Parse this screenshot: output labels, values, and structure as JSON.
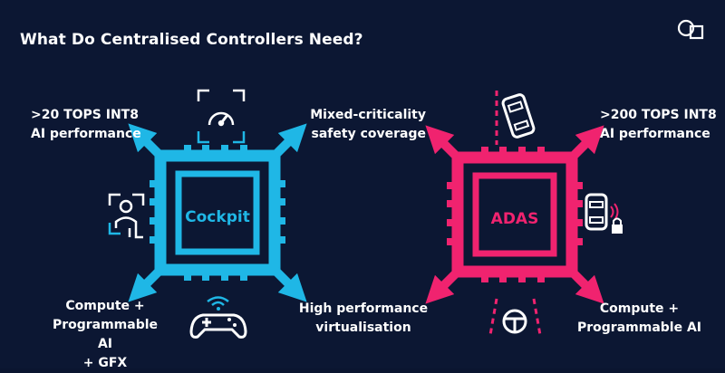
{
  "slide": {
    "title": "What Do Centralised Controllers Need?",
    "logo_icon": "brand-logo-icon"
  },
  "colors": {
    "background": "#0c1733",
    "cockpit": "#1fb7e6",
    "adas": "#f0236f",
    "text": "#ffffff"
  },
  "cockpit": {
    "chip_label": "Cockpit",
    "labels": {
      "top_left": ">20 TOPS INT8\nAI performance",
      "top_right": "Mixed-criticality\nsafety coverage",
      "bottom_left": "Compute +\nProgrammable AI\n+ GFX",
      "bottom_right": "High performance\nvirtualisation"
    },
    "icons": {
      "top": "speedometer-icon",
      "left": "driver-monitoring-icon",
      "bottom": "gamepad-icon"
    }
  },
  "adas": {
    "chip_label": "ADAS",
    "labels": {
      "top_right": ">200 TOPS INT8\nAI performance",
      "bottom_right": "Compute +\nProgrammable AI"
    },
    "icons": {
      "top": "car-lane-icon",
      "right": "car-lock-icon",
      "bottom": "steering-wheel-icon"
    }
  }
}
